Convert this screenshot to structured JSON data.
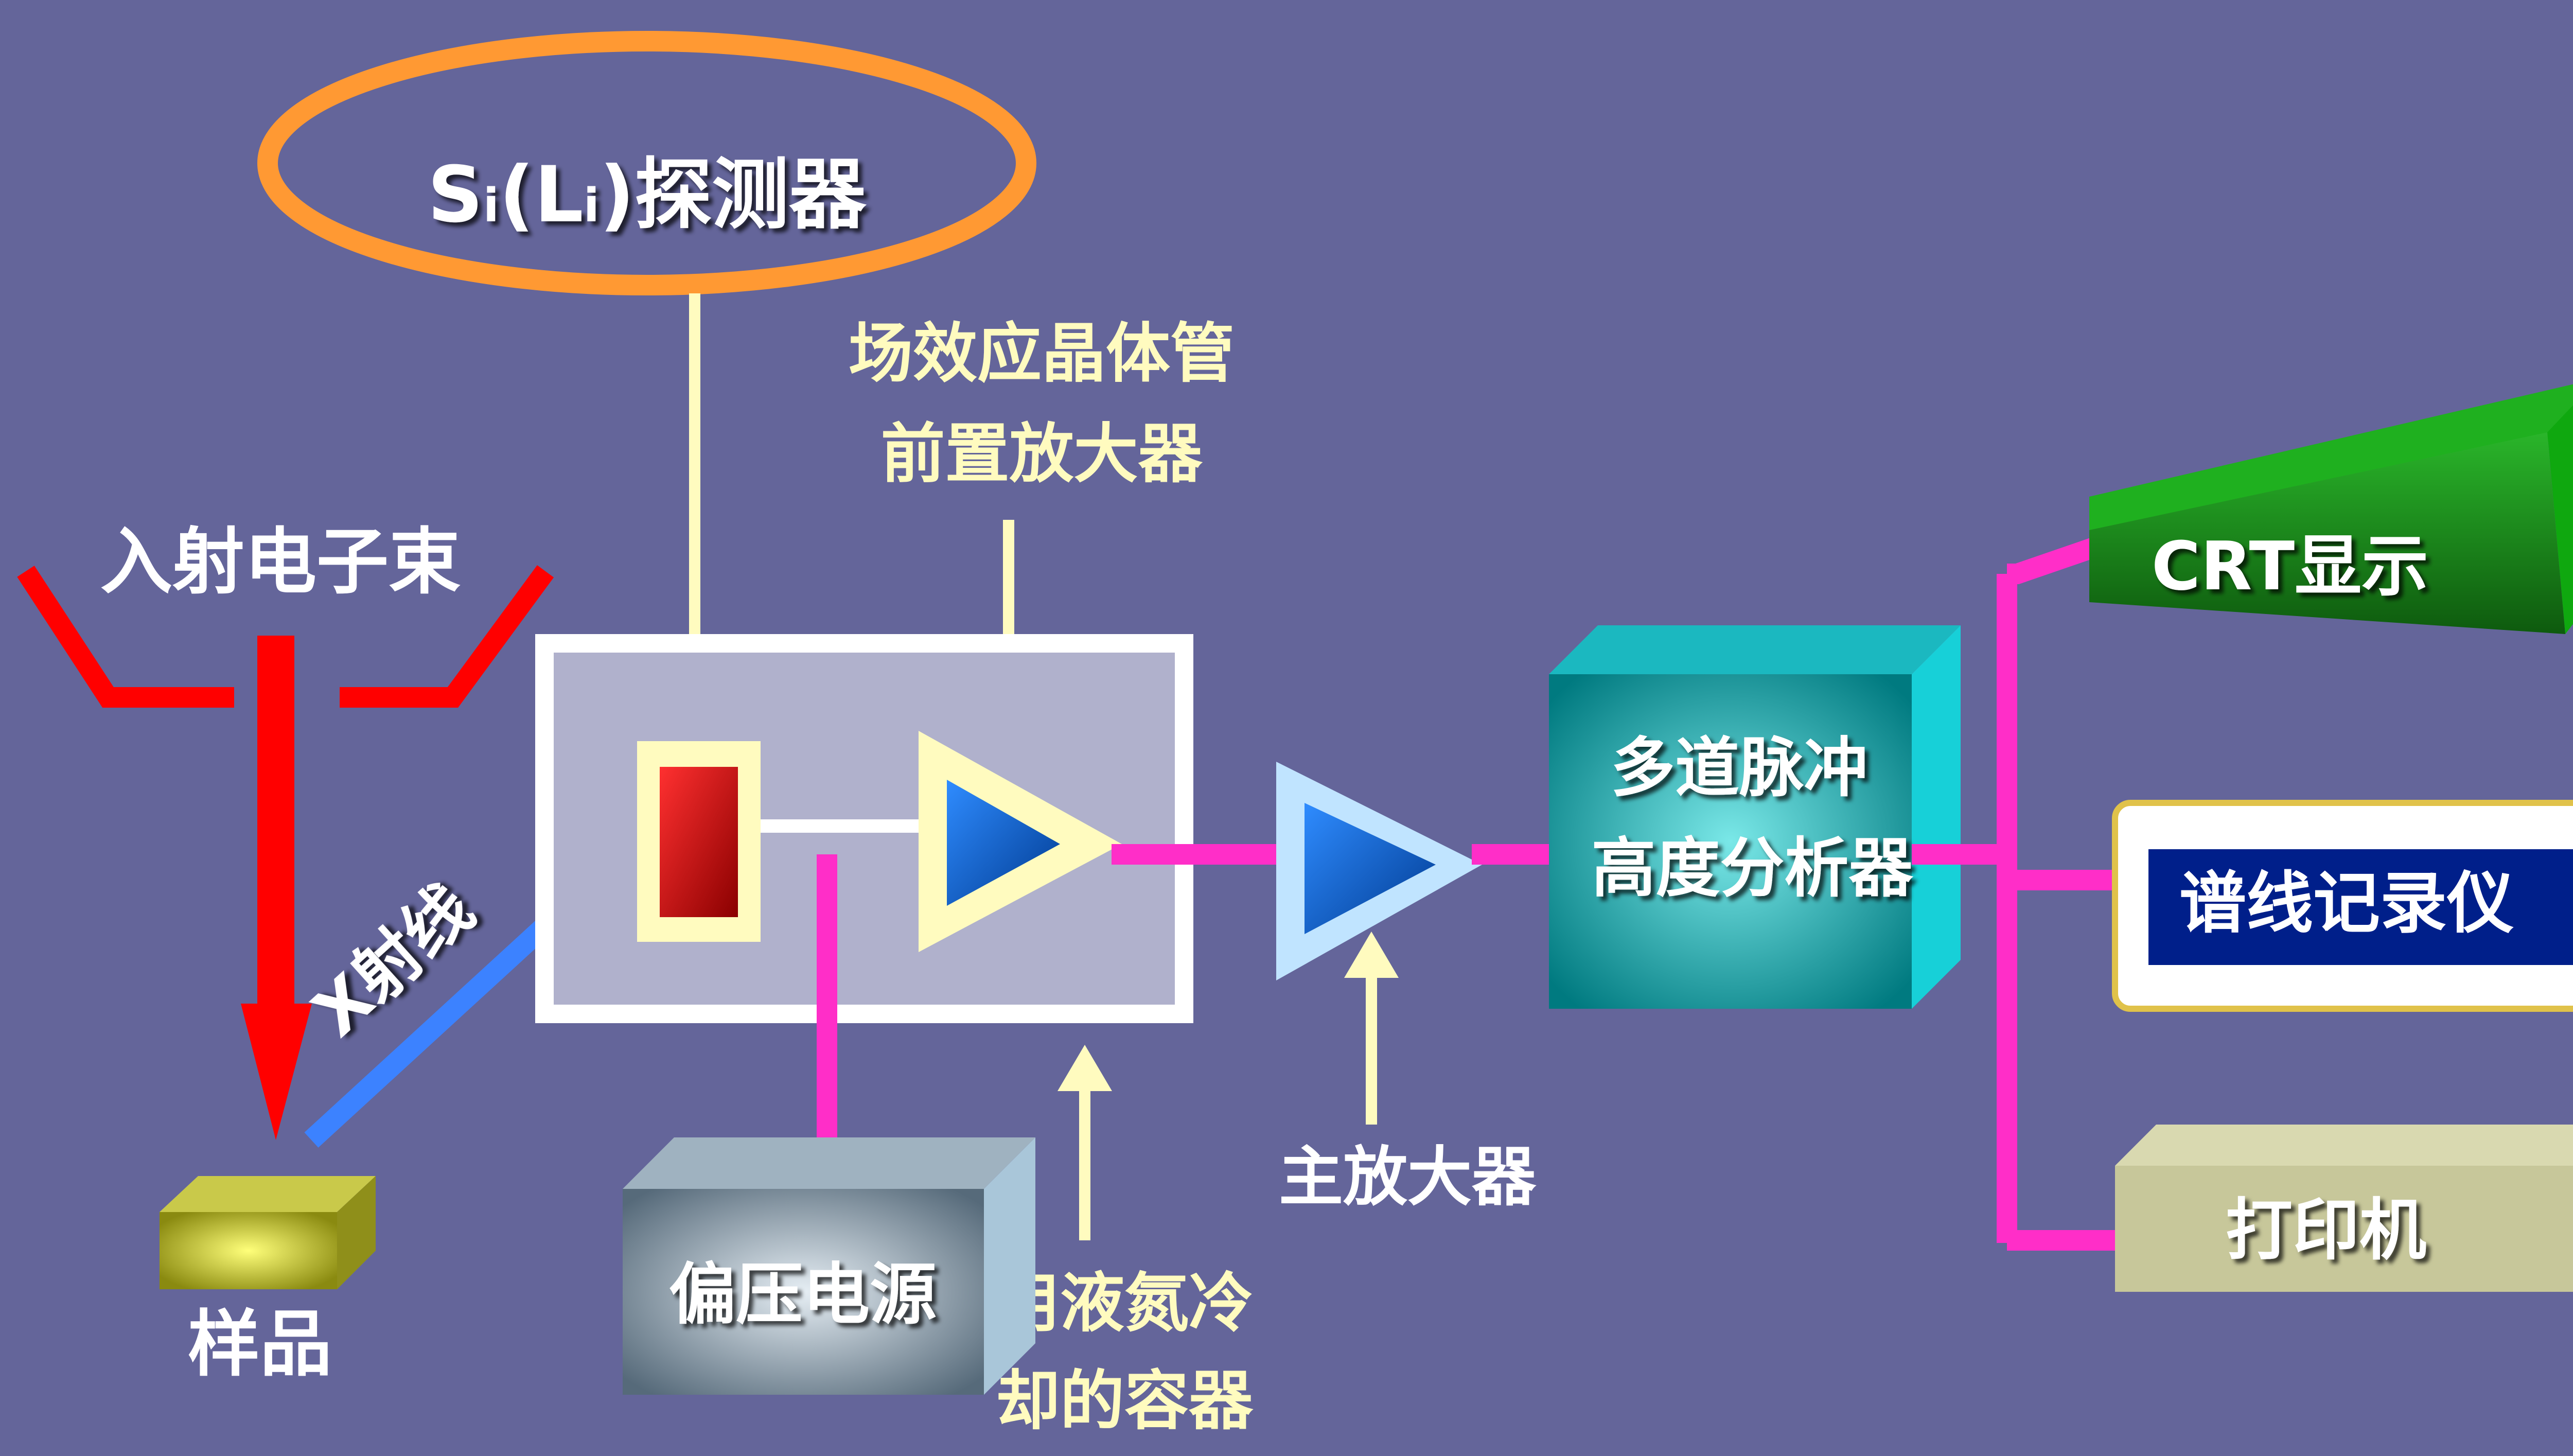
{
  "labels": {
    "detector": "Si(Li)探测器",
    "detector_prefix": "S",
    "detector_i1": "i",
    "detector_paren_open": "(L",
    "detector_i2": "i",
    "detector_suffix": ")探测器",
    "fet_line1": "场效应晶体管",
    "fet_line2": "前置放大器",
    "electron_beam": "入射电子束",
    "xray": "X射线",
    "sample": "样品",
    "bias_supply": "偏压电源",
    "cryostat_line1": "用液氮冷",
    "cryostat_line2": "却的容器",
    "main_amp": "主放大器",
    "mca_line1": "多道脉冲",
    "mca_line2": "高度分析器",
    "crt": "CRT显示",
    "spectrum_recorder": "谱线记录仪",
    "printer": "打印机"
  },
  "colors": {
    "background": "#64659a",
    "beam": "#ff0000",
    "xray": "#3c82ff",
    "signal": "#ff2ec8",
    "pointer": "#fffbbf",
    "ellipse": "#ff9933",
    "amplifier": "#0a60c8",
    "mca": "#00a0a8",
    "crt": "#1a8c1a",
    "recorder": "#001f8a",
    "printer": "#c7c79a"
  }
}
